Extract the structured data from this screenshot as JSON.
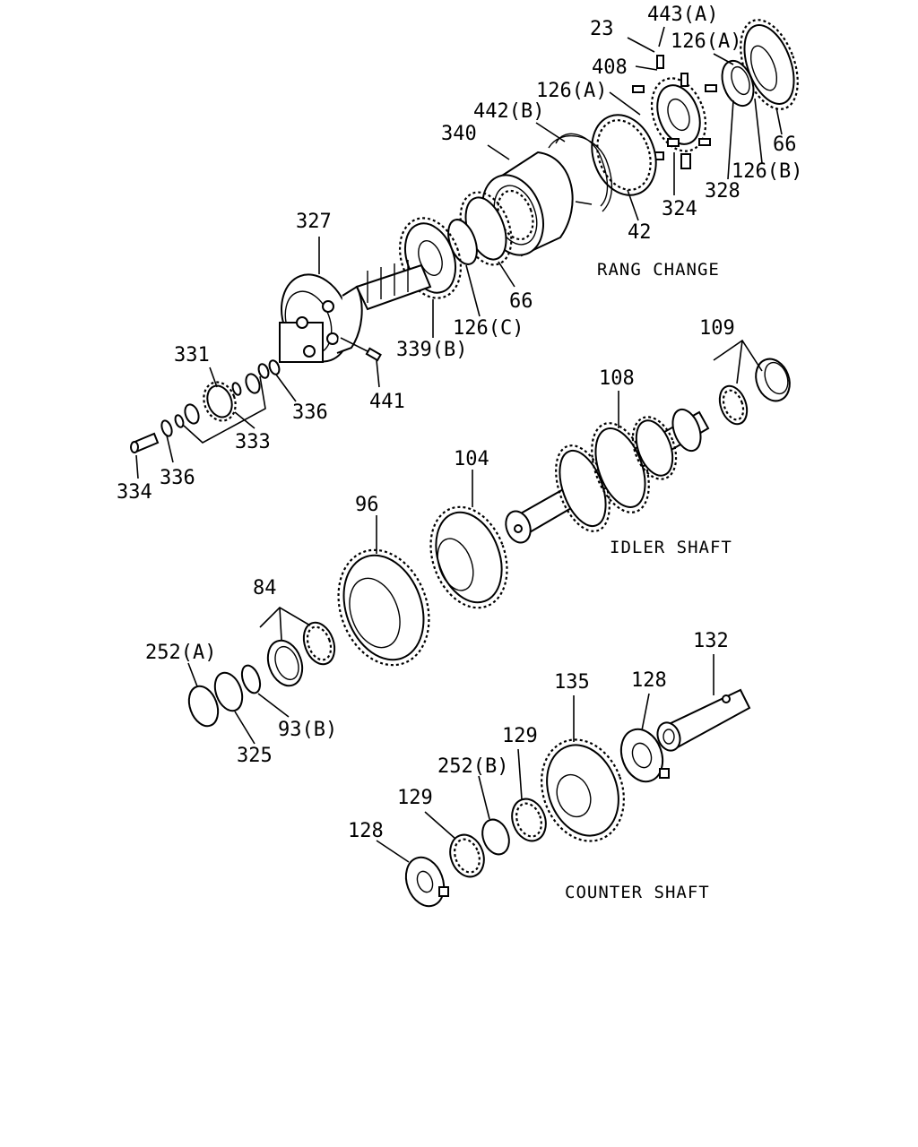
{
  "diagram": {
    "sections": {
      "range_change": "RANG CHANGE",
      "idler_shaft": "IDLER SHAFT",
      "counter_shaft": "COUNTER SHAFT"
    },
    "callouts": {
      "c443a": "443(A)",
      "c23": "23",
      "c126a_top": "126(A)",
      "c408": "408",
      "c126a_mid": "126(A)",
      "c442b": "442(B)",
      "c340": "340",
      "c66_top": "66",
      "c126b": "126(B)",
      "c328": "328",
      "c324": "324",
      "c42": "42",
      "c327": "327",
      "c66_mid": "66",
      "c126c": "126(C)",
      "c339b": "339(B)",
      "c441": "441",
      "c331": "331",
      "c336_a": "336",
      "c333": "333",
      "c336_b": "336",
      "c334": "334",
      "c109": "109",
      "c108": "108",
      "c104": "104",
      "c96": "96",
      "c84": "84",
      "c252a": "252(A)",
      "c93b": "93(B)",
      "c325": "325",
      "c132": "132",
      "c135": "135",
      "c128_top": "128",
      "c129_top": "129",
      "c252b": "252(B)",
      "c129_low": "129",
      "c128_low": "128"
    }
  }
}
